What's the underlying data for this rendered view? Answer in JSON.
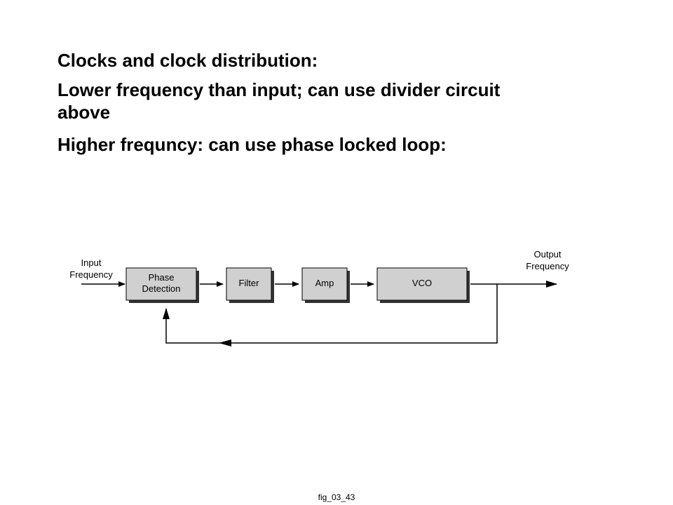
{
  "slide": {
    "lines": [
      "Clocks and clock distribution:",
      "Lower frequency than input; can use divider circuit above",
      "Higher frequncy:  can use phase locked loop:"
    ]
  },
  "diagram": {
    "input_label_1": "Input",
    "input_label_2": "Frequency",
    "output_label_1": "Output",
    "output_label_2": "Frequency",
    "blocks": {
      "phase_1": "Phase",
      "phase_2": "Detection",
      "filter": "Filter",
      "amp": "Amp",
      "vco": "VCO"
    },
    "colors": {
      "block_fill": "#d0d0d0",
      "block_shadow": "#333333",
      "line": "#000000"
    }
  },
  "caption": "fig_03_43"
}
